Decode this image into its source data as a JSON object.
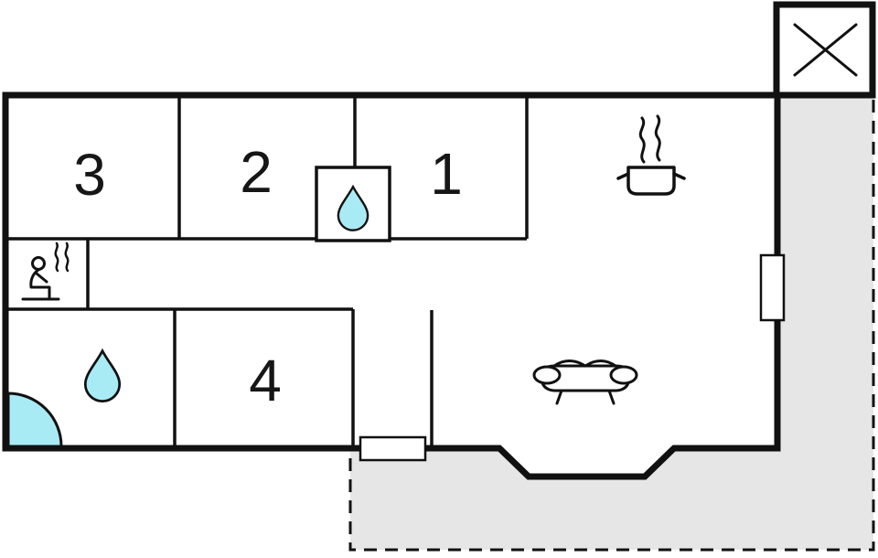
{
  "rooms": {
    "room1": "1",
    "room2": "2",
    "room3": "3",
    "room4": "4"
  },
  "colors": {
    "wall": "#111111",
    "terrace_fill": "#e6e6e6",
    "water_fill": "#a9ebf5",
    "background": "#ffffff"
  },
  "icons": [
    "crossed-square-icon",
    "steam-pot-icon",
    "sauna-person-icon",
    "water-drop-icon",
    "shower-corner-icon",
    "sofa-icon",
    "window-marker",
    "door-marker"
  ]
}
